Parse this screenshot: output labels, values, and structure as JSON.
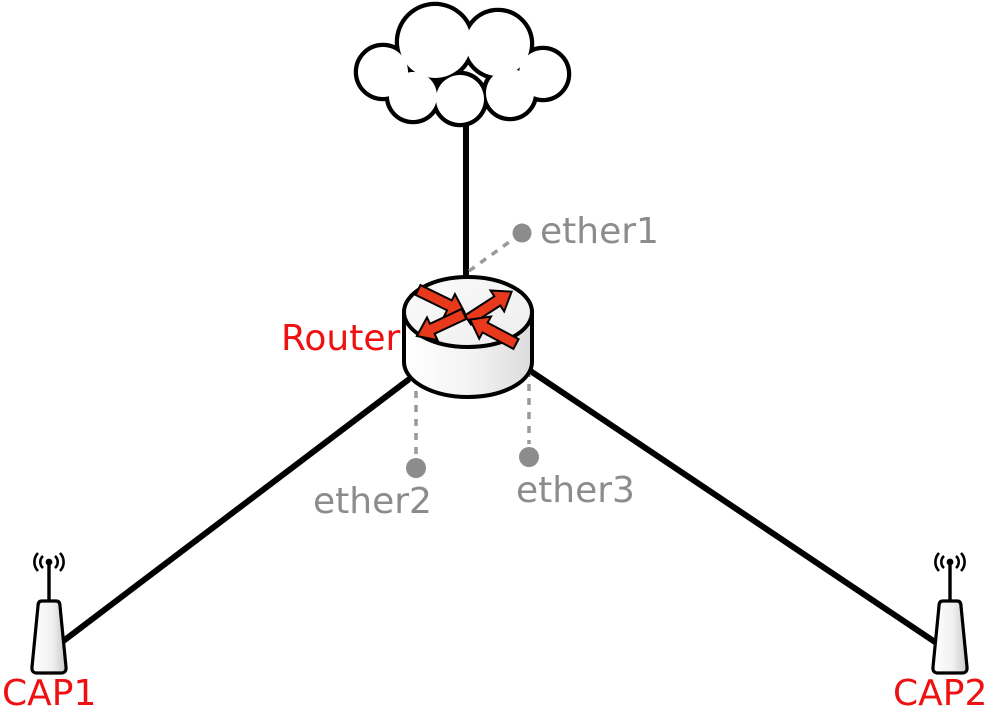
{
  "diagram": {
    "type": "network-topology",
    "background": "#ffffff",
    "labels": {
      "router": "Router",
      "cap1": "CAP1",
      "cap2": "CAP2",
      "ether1": "ether1",
      "ether2": "ether2",
      "ether3": "ether3"
    },
    "nodes": [
      {
        "id": "cloud",
        "kind": "internet-cloud",
        "label": ""
      },
      {
        "id": "router",
        "kind": "router",
        "label": "Router"
      },
      {
        "id": "cap1",
        "kind": "wireless-access-point",
        "label": "CAP1"
      },
      {
        "id": "cap2",
        "kind": "wireless-access-point",
        "label": "CAP2"
      }
    ],
    "links": [
      {
        "from": "cloud",
        "to": "router",
        "router_port": "ether1"
      },
      {
        "from": "router",
        "to": "cap1",
        "router_port": "ether2"
      },
      {
        "from": "router",
        "to": "cap2",
        "router_port": "ether3"
      }
    ],
    "colors": {
      "node_label": "#ee1111",
      "port_label": "#8c8c8c",
      "port_dot": "#8c8c8c",
      "port_dash": "#999999",
      "link_line": "#000000",
      "router_arrow": "#e8391d",
      "device_fill_light": "#ffffff",
      "device_fill_shade": "#d9d9d9"
    }
  }
}
